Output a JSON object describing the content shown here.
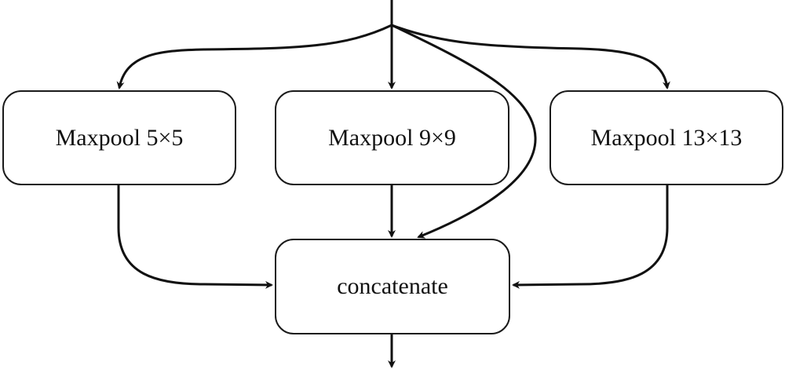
{
  "diagram": {
    "nodes": [
      {
        "id": "maxpool5",
        "label": "Maxpool 5×5"
      },
      {
        "id": "maxpool9",
        "label": "Maxpool 9×9"
      },
      {
        "id": "maxpool13",
        "label": "Maxpool 13×13"
      },
      {
        "id": "concat",
        "label": "concatenate"
      }
    ],
    "edges": [
      {
        "from": "input",
        "to": "maxpool5"
      },
      {
        "from": "input",
        "to": "maxpool9"
      },
      {
        "from": "input",
        "to": "maxpool13"
      },
      {
        "from": "input",
        "to": "concat"
      },
      {
        "from": "maxpool5",
        "to": "concat"
      },
      {
        "from": "maxpool9",
        "to": "concat"
      },
      {
        "from": "maxpool13",
        "to": "concat"
      },
      {
        "from": "concat",
        "to": "output"
      }
    ]
  }
}
